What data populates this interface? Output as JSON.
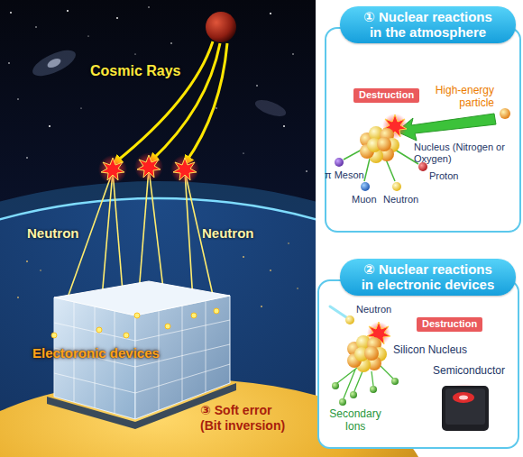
{
  "diagram": {
    "nodes": [
      {
        "text": [
          "① Nuclear reactions in the atmosphere"
        ]
      },
      {
        "text": [
          "Destruction"
        ],
        "in": 0
      },
      {
        "text": [
          "② Nuclear reactions in electronic devices"
        ]
      },
      {
        "text": [
          "Destruction"
        ],
        "in": 2
      }
    ],
    "labels": [
      "Cosmic Rays",
      "Neutron",
      "Neutron",
      "Electoronic devices",
      "③ Soft error (Bit inversion)",
      "High-energy particle",
      "Nucleus (Nitrogen or Oxygen)",
      "π Meson",
      "Proton",
      "Muon",
      "Neutron",
      "Neutron",
      "Silicon Nucleus",
      "Secondary Ions",
      "Semiconductor"
    ]
  }
}
